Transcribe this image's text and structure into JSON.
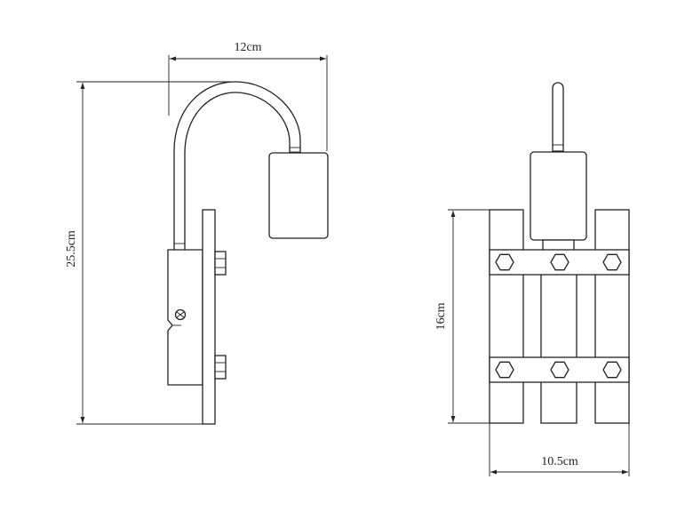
{
  "side_view": {
    "width_label": "12cm",
    "height_label": "25.5cm"
  },
  "front_view": {
    "height_label": "16cm",
    "width_label": "10.5cm"
  },
  "colors": {
    "line": "#222222",
    "background": "#ffffff"
  }
}
